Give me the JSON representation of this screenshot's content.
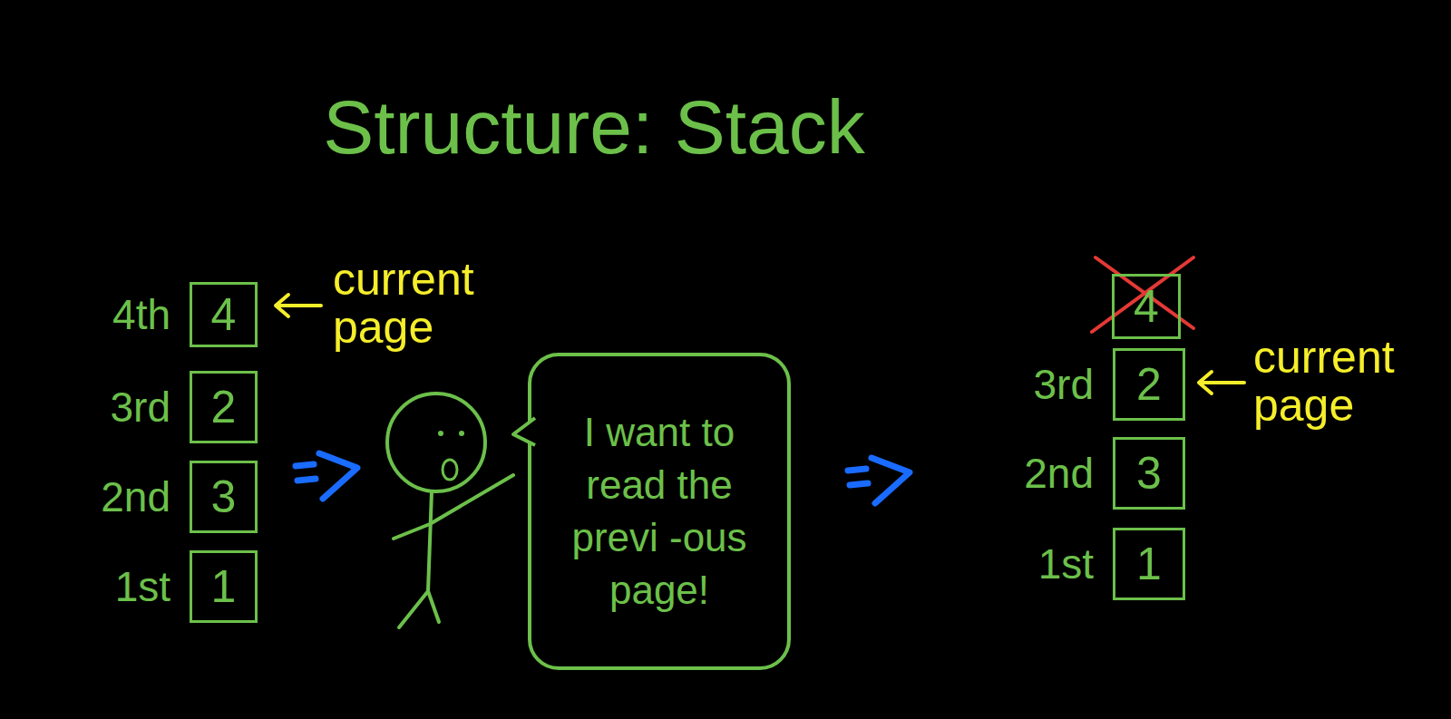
{
  "diagram": {
    "title": "Structure: Stack",
    "nodes": [
      {
        "text": [
          "4th",
          "4"
        ]
      },
      {
        "text": [
          "3rd",
          "2"
        ]
      },
      {
        "text": [
          "2nd",
          "3"
        ]
      },
      {
        "text": [
          "1st",
          "1"
        ]
      },
      {
        "text": [
          "I want to read the previ -ous page!"
        ]
      },
      {
        "text": [
          "4"
        ]
      },
      {
        "text": [
          "3rd",
          "2"
        ]
      },
      {
        "text": [
          "2nd",
          "3"
        ]
      },
      {
        "text": [
          "1st",
          "1"
        ]
      }
    ],
    "labels": [
      "current page",
      "current page"
    ]
  }
}
